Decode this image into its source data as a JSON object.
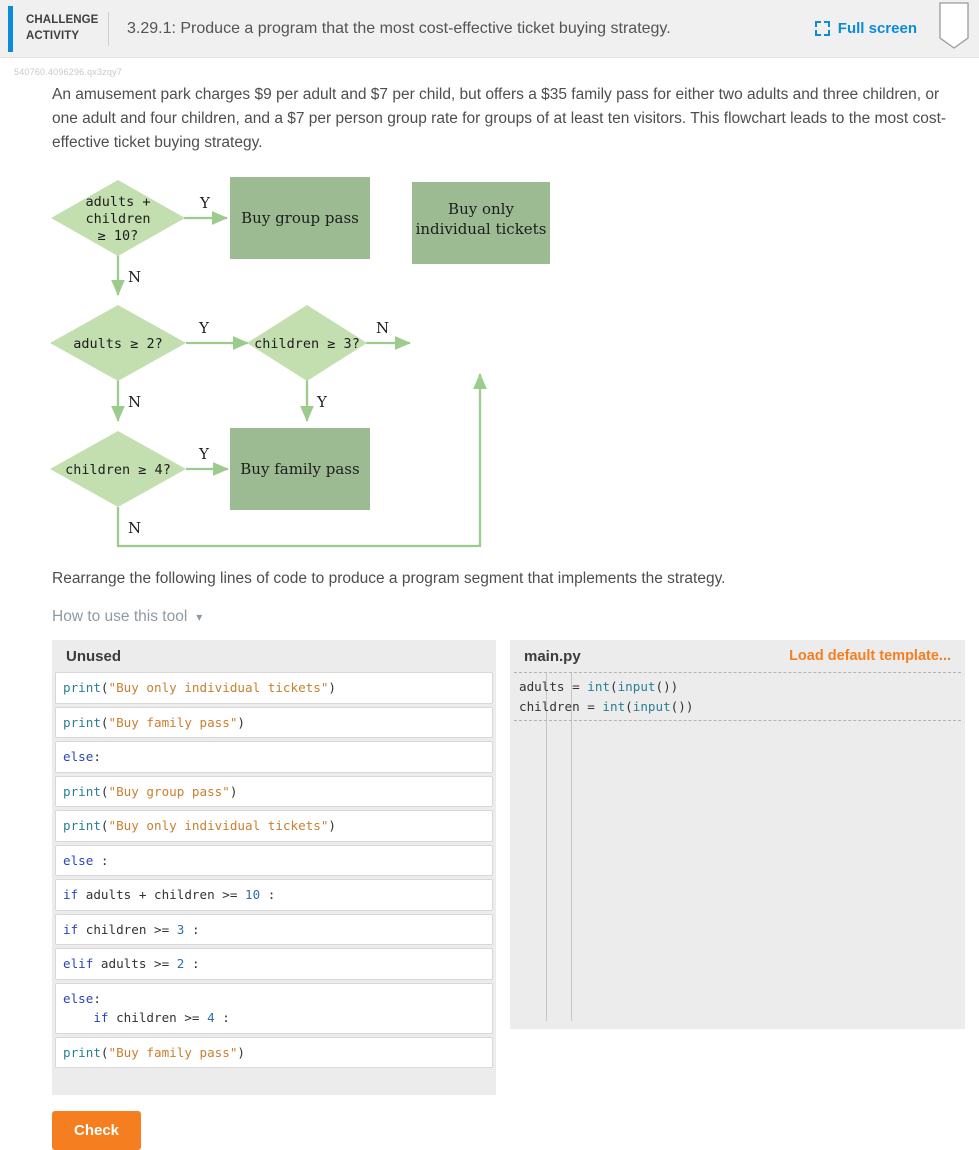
{
  "header": {
    "kicker_line1": "CHALLENGE",
    "kicker_line2": "ACTIVITY",
    "title": "3.29.1: Produce a program that the most cost-effective ticket buying strategy.",
    "fullscreen_label": "Full screen"
  },
  "question_id": "540760.4096296.qx3zqy7",
  "prompt": "An amusement park charges $9 per adult and $7 per child, but offers a $35 family pass for either two adults and three children, or one adult and four children, and a $7 per person group rate for groups of at least ten visitors. This flowchart leads to the most cost-effective ticket buying strategy.",
  "instruction": "Rearrange the following lines of code to produce a program segment that implements the strategy.",
  "howto_label": "How to use this tool",
  "colors": {
    "accent_blue": "#0d8bd9",
    "accent_orange": "#f57f20",
    "decision_fill": "#c3dfb0",
    "process_fill": "#9dbb93",
    "edge": "#9ccb8d"
  },
  "flowchart": {
    "decisions": [
      {
        "id": "d1",
        "text_lines": [
          "adults +",
          "children",
          "≥ 10?"
        ]
      },
      {
        "id": "d2",
        "text_lines": [
          "adults ≥ 2?"
        ]
      },
      {
        "id": "d3",
        "text_lines": [
          "children ≥ 3?"
        ]
      },
      {
        "id": "d4",
        "text_lines": [
          "children ≥ 4?"
        ]
      }
    ],
    "processes": [
      {
        "id": "p1",
        "text_lines": [
          "Buy group pass"
        ]
      },
      {
        "id": "p2",
        "text_lines": [
          "Buy only",
          "individual tickets"
        ]
      },
      {
        "id": "p3",
        "text_lines": [
          "Buy family pass"
        ]
      }
    ],
    "edge_labels": {
      "d1_yes": "Y",
      "d1_no": "N",
      "d2_yes": "Y",
      "d2_no": "N",
      "d3_no": "N",
      "d3_yes": "Y",
      "d4_yes": "Y",
      "d4_no": "N"
    }
  },
  "unused_panel": {
    "title": "Unused",
    "lines": [
      {
        "tokens": [
          {
            "t": "print",
            "c": "fn"
          },
          {
            "t": "(",
            "c": "pl"
          },
          {
            "t": "\"Buy only individual tickets\"",
            "c": "str"
          },
          {
            "t": ")",
            "c": "pl"
          }
        ]
      },
      {
        "tokens": [
          {
            "t": "print",
            "c": "fn"
          },
          {
            "t": "(",
            "c": "pl"
          },
          {
            "t": "\"Buy family pass\"",
            "c": "str"
          },
          {
            "t": ")",
            "c": "pl"
          }
        ]
      },
      {
        "tokens": [
          {
            "t": "else",
            "c": "kw"
          },
          {
            "t": ":",
            "c": "pl"
          }
        ]
      },
      {
        "tokens": [
          {
            "t": "print",
            "c": "fn"
          },
          {
            "t": "(",
            "c": "pl"
          },
          {
            "t": "\"Buy group pass\"",
            "c": "str"
          },
          {
            "t": ")",
            "c": "pl"
          }
        ]
      },
      {
        "tokens": [
          {
            "t": "print",
            "c": "fn"
          },
          {
            "t": "(",
            "c": "pl"
          },
          {
            "t": "\"Buy only individual tickets\"",
            "c": "str"
          },
          {
            "t": ")",
            "c": "pl"
          }
        ]
      },
      {
        "tokens": [
          {
            "t": "else",
            "c": "kw"
          },
          {
            "t": " :",
            "c": "pl"
          }
        ]
      },
      {
        "tokens": [
          {
            "t": "if",
            "c": "kw"
          },
          {
            "t": " adults + children ",
            "c": "pl"
          },
          {
            "t": ">=",
            "c": "pl"
          },
          {
            "t": " ",
            "c": "pl"
          },
          {
            "t": "10",
            "c": "num"
          },
          {
            "t": " :",
            "c": "pl"
          }
        ]
      },
      {
        "tokens": [
          {
            "t": "if",
            "c": "kw"
          },
          {
            "t": " children ",
            "c": "pl"
          },
          {
            "t": ">=",
            "c": "pl"
          },
          {
            "t": " ",
            "c": "pl"
          },
          {
            "t": "3",
            "c": "num"
          },
          {
            "t": " :",
            "c": "pl"
          }
        ]
      },
      {
        "tokens": [
          {
            "t": "elif",
            "c": "kw"
          },
          {
            "t": " adults ",
            "c": "pl"
          },
          {
            "t": ">=",
            "c": "pl"
          },
          {
            "t": " ",
            "c": "pl"
          },
          {
            "t": "2",
            "c": "num"
          },
          {
            "t": " :",
            "c": "pl"
          }
        ]
      },
      {
        "tokens": [
          {
            "t": "else",
            "c": "kw"
          },
          {
            "t": ":\n    ",
            "c": "pl"
          },
          {
            "t": "if",
            "c": "kw"
          },
          {
            "t": " children ",
            "c": "pl"
          },
          {
            "t": ">=",
            "c": "pl"
          },
          {
            "t": " ",
            "c": "pl"
          },
          {
            "t": "4",
            "c": "num"
          },
          {
            "t": " :",
            "c": "pl"
          }
        ]
      },
      {
        "tokens": [
          {
            "t": "print",
            "c": "fn"
          },
          {
            "t": "(",
            "c": "pl"
          },
          {
            "t": "\"Buy family pass\"",
            "c": "str"
          },
          {
            "t": ")",
            "c": "pl"
          }
        ]
      }
    ]
  },
  "editor_panel": {
    "filename": "main.py",
    "load_default_label": "Load default template...",
    "lines": [
      {
        "tokens": [
          {
            "t": "adults = ",
            "c": "pl"
          },
          {
            "t": "int",
            "c": "fn"
          },
          {
            "t": "(",
            "c": "pl"
          },
          {
            "t": "input",
            "c": "fn"
          },
          {
            "t": "())",
            "c": "pl"
          }
        ]
      },
      {
        "tokens": [
          {
            "t": "children = ",
            "c": "pl"
          },
          {
            "t": "int",
            "c": "fn"
          },
          {
            "t": "(",
            "c": "pl"
          },
          {
            "t": "input",
            "c": "fn"
          },
          {
            "t": "())",
            "c": "pl"
          }
        ]
      }
    ]
  },
  "check_button": "Check"
}
